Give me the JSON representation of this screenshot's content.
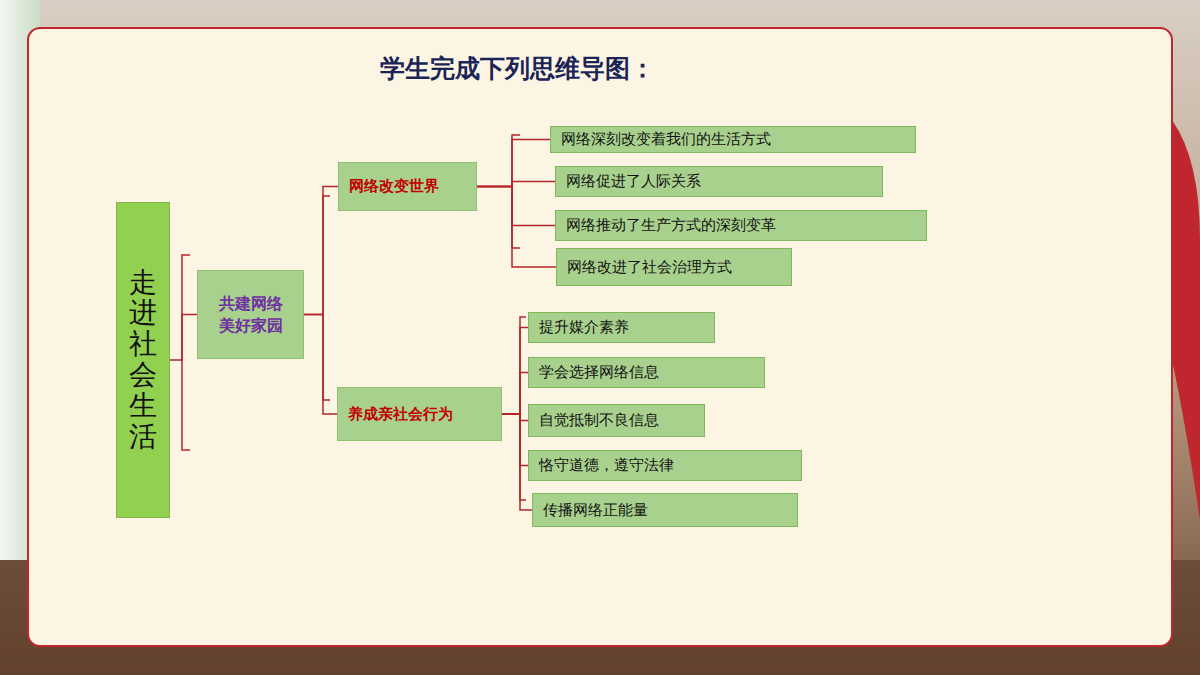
{
  "diagram": {
    "title": "学生完成下列思维导图：",
    "nodes": [
      {
        "text": [
          "走进社会生活"
        ]
      },
      {
        "text": [
          "共建网络美好家园"
        ]
      },
      {
        "text": [
          "网络改变世界"
        ]
      },
      {
        "text": [
          "网络深刻改变着我们的生活方式"
        ]
      },
      {
        "text": [
          "网络促进了人际关系"
        ]
      },
      {
        "text": [
          "网络推动了生产方式的深刻变革"
        ]
      },
      {
        "text": [
          "网络改进了社会治理方式"
        ]
      },
      {
        "text": [
          "养成亲社会行为"
        ]
      },
      {
        "text": [
          "提升媒介素养"
        ]
      },
      {
        "text": [
          "学会选择网络信息"
        ]
      },
      {
        "text": [
          "自觉抵制不良信息"
        ]
      },
      {
        "text": [
          "恪守道德，遵守法律"
        ]
      },
      {
        "text": [
          "传播网络正能量"
        ]
      }
    ],
    "edges": [
      {
        "from": 0,
        "to": 1,
        "arrow": "none"
      },
      {
        "from": 1,
        "to": 2,
        "arrow": "none"
      },
      {
        "from": 1,
        "to": 7,
        "arrow": "none"
      },
      {
        "from": 2,
        "to": 3,
        "arrow": "none"
      },
      {
        "from": 2,
        "to": 4,
        "arrow": "none"
      },
      {
        "from": 2,
        "to": 5,
        "arrow": "none"
      },
      {
        "from": 2,
        "to": 6,
        "arrow": "none"
      },
      {
        "from": 7,
        "to": 8,
        "arrow": "none"
      },
      {
        "from": 7,
        "to": 9,
        "arrow": "none"
      },
      {
        "from": 7,
        "to": 10,
        "arrow": "none"
      },
      {
        "from": 7,
        "to": 11,
        "arrow": "none"
      },
      {
        "from": 7,
        "to": 12,
        "arrow": "none"
      }
    ]
  }
}
